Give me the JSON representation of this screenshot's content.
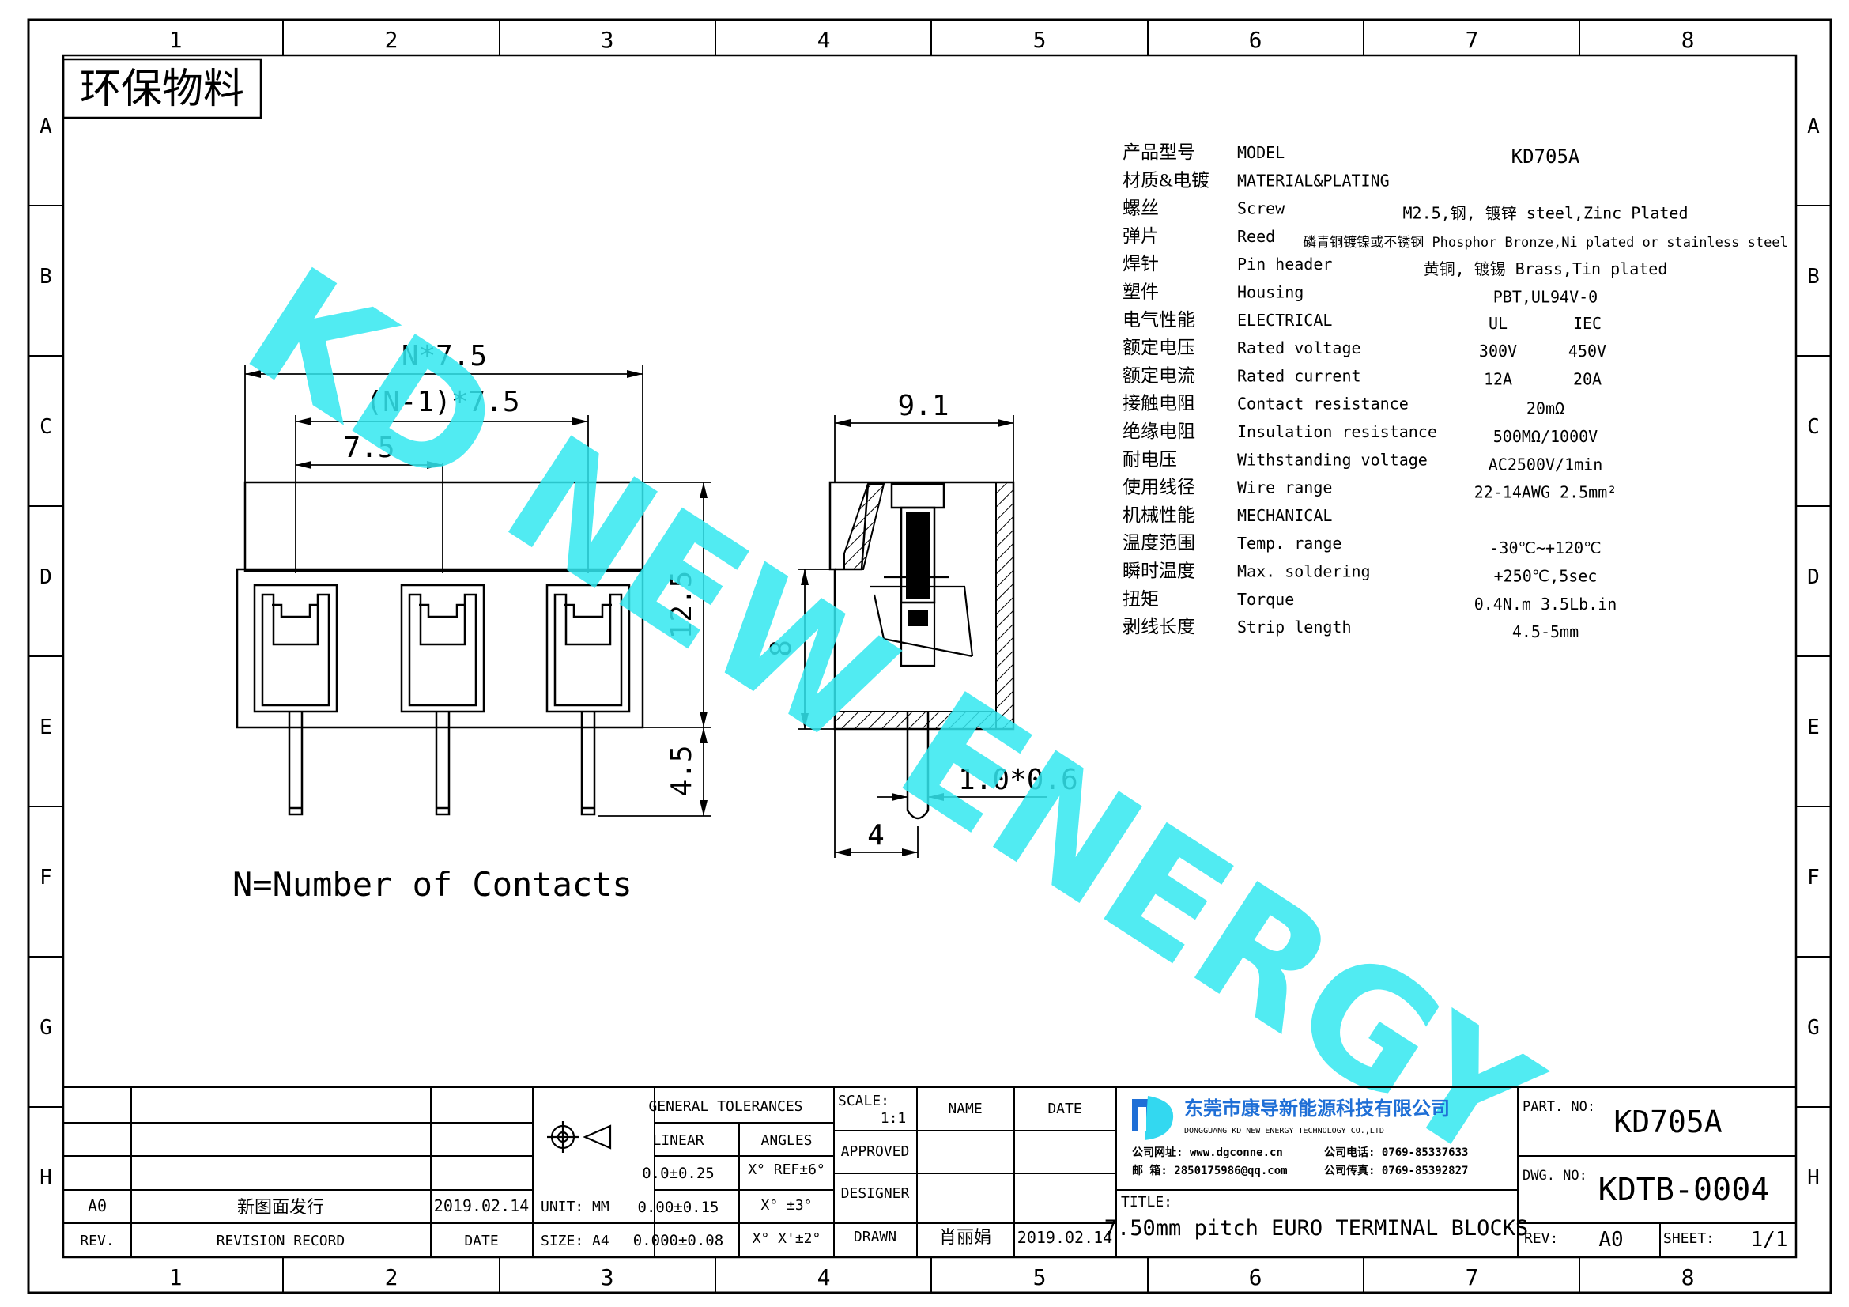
{
  "frame": {
    "columns": [
      "1",
      "2",
      "3",
      "4",
      "5",
      "6",
      "7",
      "8"
    ],
    "rows": [
      "A",
      "B",
      "C",
      "D",
      "E",
      "F",
      "G",
      "H"
    ]
  },
  "badge": "环保物料",
  "watermark": "KD NEW ENERGY",
  "specs": [
    {
      "cn": "产品型号",
      "en": "MODEL",
      "value": "KD705A"
    },
    {
      "cn": "材质&电镀",
      "en": "MATERIAL&PLATING",
      "value": ""
    },
    {
      "cn": "螺丝",
      "en": "Screw",
      "value": "M2.5,钢, 镀锌 steel,Zinc Plated"
    },
    {
      "cn": "弹片",
      "en": "Reed",
      "value": "磷青铜镀镍或不锈钢 Phosphor Bronze,Ni plated or stainless steel"
    },
    {
      "cn": "焊针",
      "en": "Pin header",
      "value": "黄铜, 镀锡 Brass,Tin plated"
    },
    {
      "cn": "塑件",
      "en": "Housing",
      "value": "PBT,UL94V-0"
    },
    {
      "cn": "电气性能",
      "en": "ELECTRICAL",
      "ul": "UL",
      "iec": "IEC"
    },
    {
      "cn": "额定电压",
      "en": "Rated voltage",
      "ul": "300V",
      "iec": "450V"
    },
    {
      "cn": "额定电流",
      "en": "Rated current",
      "ul": "12A",
      "iec": "20A"
    },
    {
      "cn": "接触电阻",
      "en": "Contact resistance",
      "value": "20mΩ"
    },
    {
      "cn": "绝缘电阻",
      "en": "Insulation resistance",
      "value": "500MΩ/1000V"
    },
    {
      "cn": "耐电压",
      "en": "Withstanding voltage",
      "value": "AC2500V/1min"
    },
    {
      "cn": "使用线径",
      "en": "Wire range",
      "value": "22-14AWG 2.5mm²"
    },
    {
      "cn": "机械性能",
      "en": "MECHANICAL",
      "value": ""
    },
    {
      "cn": "温度范围",
      "en": "Temp. range",
      "value": "-30℃~+120℃"
    },
    {
      "cn": "瞬时温度",
      "en": "Max. soldering",
      "value": "+250℃,5sec"
    },
    {
      "cn": "扭矩",
      "en": "Torque",
      "value": "0.4N.m  3.5Lb.in"
    },
    {
      "cn": "剥线长度",
      "en": "Strip length",
      "value": "4.5-5mm"
    }
  ],
  "front_view": {
    "dim_total": "N*7.5",
    "dim_inner": "(N-1)*7.5",
    "dim_pitch": "7.5",
    "dim_height": "12.5",
    "dim_pin": "4.5",
    "note": "N=Number of Contacts"
  },
  "side_view": {
    "dim_width": "9.1",
    "dim_height": "8",
    "dim_pin": "1.0*0.6",
    "dim_offset": "4"
  },
  "title_block": {
    "tolerances_header": "GENERAL TOLERANCES",
    "linear": "LINEAR",
    "angles": "ANGLES",
    "lin1": "0.0±0.25",
    "ang1": "X° REF±6°",
    "lin2": "0.00±0.15",
    "ang2": "X° ±3°",
    "lin3": "0.000±0.08",
    "ang3": "X° X'±2°",
    "unit": "UNIT: MM",
    "size": "SIZE: A4",
    "scale_label": "SCALE:",
    "scale_value": "1:1",
    "name": "NAME",
    "date": "DATE",
    "approved": "APPROVED",
    "designer": "DESIGNER",
    "drawn": "DRAWN",
    "drawn_name": "肖丽娟",
    "drawn_date": "2019.02.14",
    "rev_code": "A0",
    "rev_desc": "新图面发行",
    "rev_date": "2019.02.14",
    "rev_col": "REV.",
    "rev_record": "REVISION RECORD",
    "date_col": "DATE",
    "company_cn": "东莞市康导新能源科技有限公司",
    "company_en": "DONGGUANG KD NEW ENERGY TECHNOLOGY CO.,LTD",
    "website_label": "公司网址: www.dgconne.cn",
    "phone_label": "公司电话: 0769-85337633",
    "email_label": "邮    箱: 2850175986@qq.com",
    "fax_label": "公司传真: 0769-85392827",
    "title_label": "TITLE:",
    "title": "7.50mm pitch EURO TERMINAL BLOCKS",
    "part_label": "PART. NO:",
    "part_no": "KD705A",
    "dwg_label": "DWG. NO:",
    "dwg_no": "KDTB-0004",
    "rev_label": "REV:",
    "rev_value": "A0",
    "sheet_label": "SHEET:",
    "sheet_value": "1/1"
  },
  "colors": {
    "watermark": "#33e8f0",
    "logo_blue": "#1f6fd6",
    "logo_cyan": "#33d8f0"
  }
}
